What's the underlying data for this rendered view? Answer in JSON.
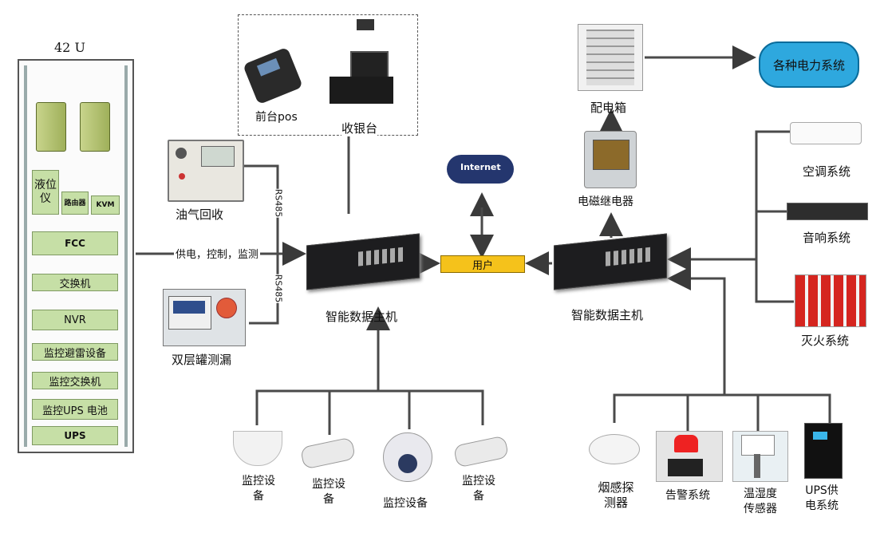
{
  "rack": {
    "title": "42 U",
    "slots": {
      "level": "液位仪",
      "router": "路由器",
      "kvm": "KVM",
      "fcc": "FCC",
      "switch": "交换机",
      "nvr": "NVR",
      "surge": "监控避雷设备",
      "mon_switch": "监控交换机",
      "mon_ups": "监控UPS 电池",
      "ups": "UPS"
    }
  },
  "edge_labels": {
    "power_control": "供电，控制，监测",
    "rs485_top": "RS485",
    "rs485_bottom": "RS485"
  },
  "left_devices": {
    "vapor_recovery": "油气回收",
    "tank_leak": "双层罐测漏"
  },
  "pos_group": {
    "pos": "前台pos",
    "cashier": "收银台"
  },
  "hub_left": "智能数据主机",
  "hub_right": "智能数据主机",
  "user": "用户",
  "internet": "Internet",
  "cameras": [
    "监控设备",
    "监控设备",
    "监控设备",
    "监控设备"
  ],
  "distribution": {
    "box": "配电箱",
    "relay": "电磁继电器",
    "power_systems": "各种电力系统"
  },
  "right_systems": {
    "ac": "空调系统",
    "audio": "音响系统",
    "fire": "灭火系统"
  },
  "sensors": {
    "smoke": "烟感探测器",
    "alarm": "告警系统",
    "temp_humidity": "温湿度传感器",
    "ups": "UPS供电系统"
  }
}
